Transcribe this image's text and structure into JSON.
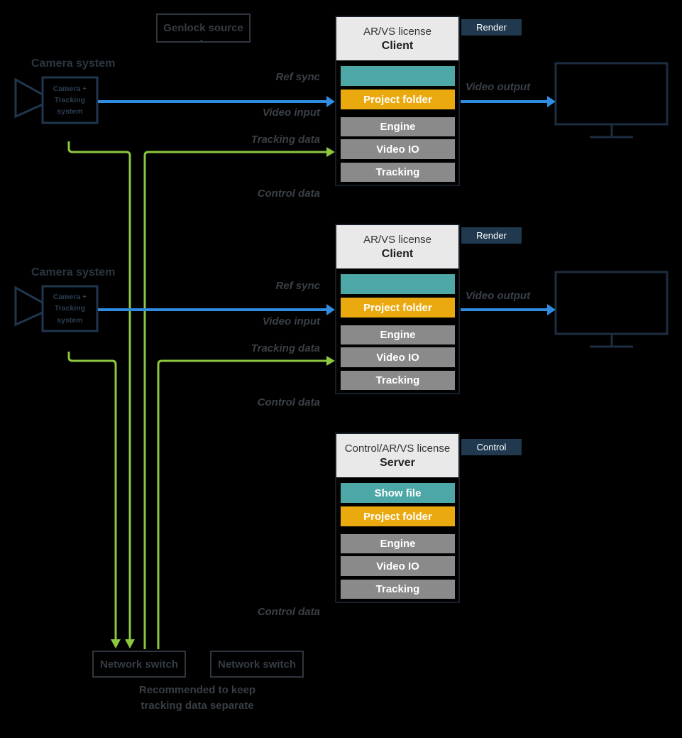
{
  "colors": {
    "background": "#000000",
    "teal": "#4da7a7",
    "yellow": "#eaa90e",
    "gray_row": "#8a8a8a",
    "header_bg": "#e9e9e9",
    "tag_navy": "#20394e",
    "video_blue": "#2f8ce0",
    "tracking_green": "#8dc63f",
    "outline_navy": "#20364d",
    "dark_text": "#363c43"
  },
  "genlock": {
    "label": "Genlock source"
  },
  "cameras": [
    {
      "title": "Camera system",
      "body": "Camera +\nTracking\nsystem"
    },
    {
      "title": "Camera system",
      "body": "Camera +\nTracking\nsystem"
    }
  ],
  "clients": [
    {
      "license": "AR/VS license",
      "role": "Client",
      "tag": "Render",
      "rows": [
        {
          "label": "",
          "type": "teal"
        },
        {
          "label": "Project folder",
          "type": "yellow"
        },
        {
          "label": "Engine",
          "type": "gray"
        },
        {
          "label": "Video IO",
          "type": "gray"
        },
        {
          "label": "Tracking",
          "type": "gray"
        }
      ]
    },
    {
      "license": "AR/VS license",
      "role": "Client",
      "tag": "Render",
      "rows": [
        {
          "label": "",
          "type": "teal"
        },
        {
          "label": "Project folder",
          "type": "yellow"
        },
        {
          "label": "Engine",
          "type": "gray"
        },
        {
          "label": "Video IO",
          "type": "gray"
        },
        {
          "label": "Tracking",
          "type": "gray"
        }
      ]
    }
  ],
  "server": {
    "license": "Control/AR/VS license",
    "role": "Server",
    "tag": "Control",
    "rows": [
      {
        "label": "Show file",
        "type": "teal"
      },
      {
        "label": "Project folder",
        "type": "yellow"
      },
      {
        "label": "Engine",
        "type": "gray"
      },
      {
        "label": "Video IO",
        "type": "gray"
      },
      {
        "label": "Tracking",
        "type": "gray"
      }
    ]
  },
  "flow_labels": {
    "ref_sync": "Ref sync",
    "video_input": "Video input",
    "tracking_data": "Tracking data",
    "control_data": "Control data",
    "video_output": "Video output"
  },
  "switches": [
    {
      "label": "Network switch"
    },
    {
      "label": "Network switch"
    }
  ],
  "note": {
    "line1": "Recommended to keep",
    "line2": "tracking data separate"
  }
}
